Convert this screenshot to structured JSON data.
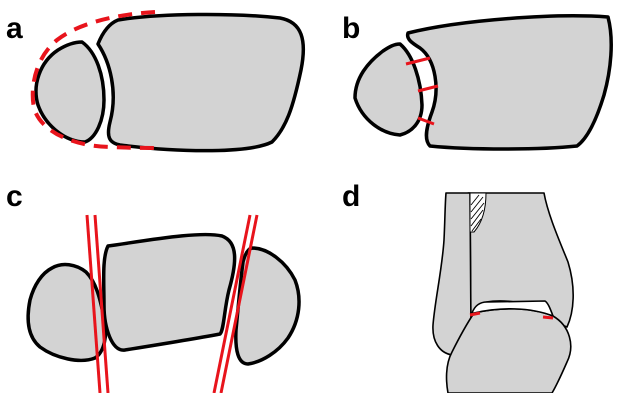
{
  "panels": [
    {
      "label": "a"
    },
    {
      "label": "b"
    },
    {
      "label": "c"
    },
    {
      "label": "d"
    }
  ],
  "colors": {
    "bone_fill": "#d3d3d3",
    "outline": "#000000",
    "highlight": "#e8141c",
    "background": "#ffffff"
  }
}
